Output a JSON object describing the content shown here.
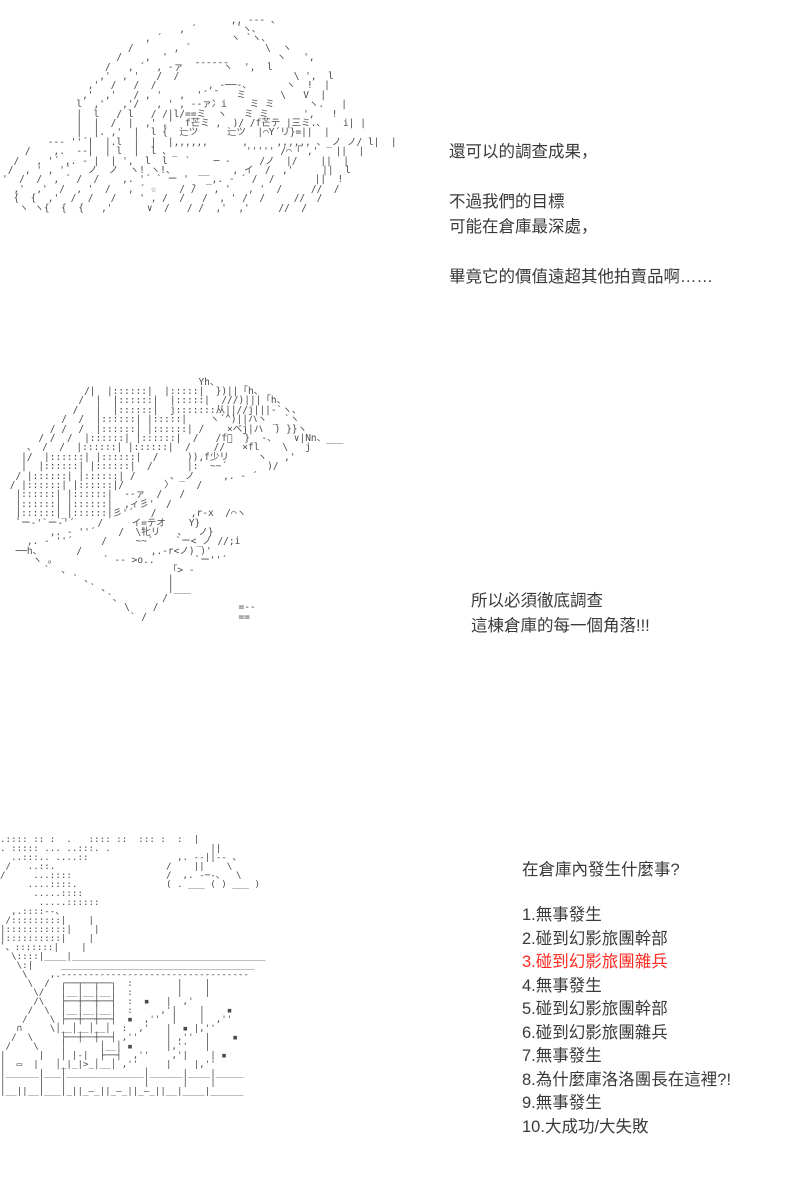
{
  "panels": {
    "panel1": {
      "art_name": "character-portrait-upper",
      "art": "                                        ,, --- 、\n                               , ´       `ヽ、\n                         , ´            ヽ `ヽ、\n                      /       , ´             \\  ヽ\n                    /    ,  '                   ヽ   ',\n                  /   , ´  , -ァ  ̄ ̄ ̄ ̄ ̄ ̄ヽ  ',  l\n                 ,'  , '   /  /                    \\ ',  l\n               ,'  /   /  /         , -──-、      ヽ  !  |\n              ,'  ,'   / , '   ,  '´ ̄    ミ      \\   V  |\n             l  ,'   ,'/   , ' , -‐ァ冫i    ミ ミ      ヽ.   |\n             |  l   / l   / /|l/==ミ  ヽ   ミ ミ      ',   !\n             |  |  /  |  ,' ,'  f芒ミ ,  )/ /f芒テ |三ミ.、   i| |\n             |  |. ,'  |  l {  辷ツ     辷ツ  |⌒Y´リ}=||  |\n        --‐ ''´|  |.l  |  |  |,,,,,,      ,     ,,,,,, 、_ノ ノ/ l|  |\n    /    ,.  ‐-|  | l  |  l 、_            ''''' /⌒「 ,'   ||  |\n  /   , '´ ,. ‐ |  | ',  l  l   `    ─ ‐     /ノ  |/    ||  |\n /  , ' , '´   ノ  ノ  ヽ! ヽ!、    __    , イ  /  ,'     ||  l\n'  /  /  , ´ /  /    ,. '´ ` ー '   _,. ‐ ´ /  /       ||  !\n  ,'  ,'  /  , '  /   , ´ ☆    / ̄/   , '   , '  /     //  /\n  {  {  ,'  /  /   /    ' , /  /   /  , ' /  /     //  /\n   ヽ ヽ{  {  {   ,'      ∨  /   / /  ,'  ,'     //  /",
      "lines": [
        "還可以的調查成果，",
        "",
        "不過我們的目標",
        "可能在倉庫最深處，",
        "",
        "畢竟它的價值遠超其他拍賣品啊……"
      ],
      "text": "還可以的調查成果，\n\n不過我們的目標\n可能在倉庫最深處，\n\n畢竟它的價值遠超其他拍賣品啊……"
    },
    "panel2": {
      "art_name": "character-portrait-lower",
      "art": "                                  Yh、\n              /|  |::::::|  |:::::|  })||「h、\n             /  |  |::::::|  |:::::|  ///)|||「h、\n            /   |  |::::::|  j:::::::从||//j|||-`ヽ、\n          /  /  |::::::| |:::::|    ヽ´^)||ハヽ _ `ヽ\n        / /  /  |::::::| |::::::| /    ×ベj|ハ  ) }}ヽ\n      / /  /  |::::::| |::::::|  /   /f゙  }  -、   ∨|Nn、___\n    、 /  /  |::::::| |::::::|  /    //   ×fl    \\   j\n   |/  |::::::| |::::::|  /     )),f少リ     ヽ   ,'\n   |  |::::::| |::::::|  /      |:  ~~´       )/\n  / |::::::| |::::::| /      、_ノ     ,. ‐ ´\n / |::::::| |::::::|/       〉    /\n  |::::::| |::::::|  -‐ァ  /   /\n  |::::::| |::::::|  ,ィ彡'  /\n  |::::::|_|::::::|彡'´   /      ,r‐x  /⌒ヽ\n  `ー‐'`ー‐'´    /     イ=テオ    Y}\n        ,. ‐ ''´    /  \\牝リ   、  ノ}\n    ,. ‐ ''´     /     ~~´    `ー<_ノ //;i\n  ──h、      /            ,.-r<ノ) )'\n     ヽ 。        ` -- >o..       `ー''´\n       `  、                 「> -\n            ` 、             |\n               ` 、          |___\n                  `、       /\n                     \\    /              =--\n                      ` /                ==",
      "lines": [
        "所以必須徹底調查",
        "這棟倉庫的每一個角落!!!"
      ],
      "text": "所以必須徹底調查\n這棟倉庫的每一個角落!!!"
    },
    "panel3": {
      "art_name": "warehouse-interior",
      "art": ".:::: :: :  .   :::: ::  ::: :  :  |\n. ::::: ... ..:::. .                  ||\n  ..:::.. ....::                ,. -‐||‐- 、\n /   ..::.                    /    ||    \\\n/     ...::::                 /  ,. -─-、  \\\n     ....::::.                ( . ___ ( ) ___ )\n      .....::::\n       .....::::::\n  ,.::::--、\n /:::::::::|    |\n|:::::::::::|    |\n|::::::::::|    |\n`、:::::::|    |\n  \\::::|____|___________________________________\n   \\:|     ___________________________________\n    \\    ,.----------------------------------\n     \\  /  ┌──┬──┬──┐  :        |    |\n      \\/   │__│__│__│  :        |    |\n      /\\   ├──┼──┼──┤  :  ▪   |  ,'\n     /  \\  │__│__│__│  :     ,'|    |    ▪\n    /    \\ ├──┼──┼──┤  ▪  ,''  |    |  ,''\n   ∩     \\│__│__│__│  :  ,'   |  ▪ |,''\n  /  \\     ├──┼──┼──┤ ,''     | ,''  |    ▪\n /    \\    │      │__│ ▪      |,''   |\n|      |   │ |‐|  ├──┤  ,''    ,'|    | ▪\n|  ▭  |   │_|_|>_│__│ ,''     |    |,''\n|______|___│______________│______|____|_____\n|      |   |              |      |    |\n|__||__|___|_||_―_||_―_||_―_||__|____|______",
      "question": "在倉庫內發生什麼事?",
      "choices": [
        {
          "number": "1.",
          "label": "無事發生",
          "highlight": false
        },
        {
          "number": "2.",
          "label": "碰到幻影旅團幹部",
          "highlight": false
        },
        {
          "number": "3.",
          "label": "碰到幻影旅團雜兵",
          "highlight": true
        },
        {
          "number": "4.",
          "label": "無事發生",
          "highlight": false
        },
        {
          "number": "5.",
          "label": "碰到幻影旅團幹部",
          "highlight": false
        },
        {
          "number": "6.",
          "label": "碰到幻影旅團雜兵",
          "highlight": false
        },
        {
          "number": "7.",
          "label": "無事發生",
          "highlight": false
        },
        {
          "number": "8.",
          "label": "為什麼庫洛洛團長在這裡?!",
          "highlight": false
        },
        {
          "number": "9.",
          "label": "無事發生",
          "highlight": false
        },
        {
          "number": "10.",
          "label": "大成功/大失敗",
          "highlight": false
        }
      ]
    }
  },
  "colors": {
    "text": "#3a3a3a",
    "art": "#4a4a4a",
    "highlight": "#fd2b23",
    "background": "#ffffff"
  }
}
